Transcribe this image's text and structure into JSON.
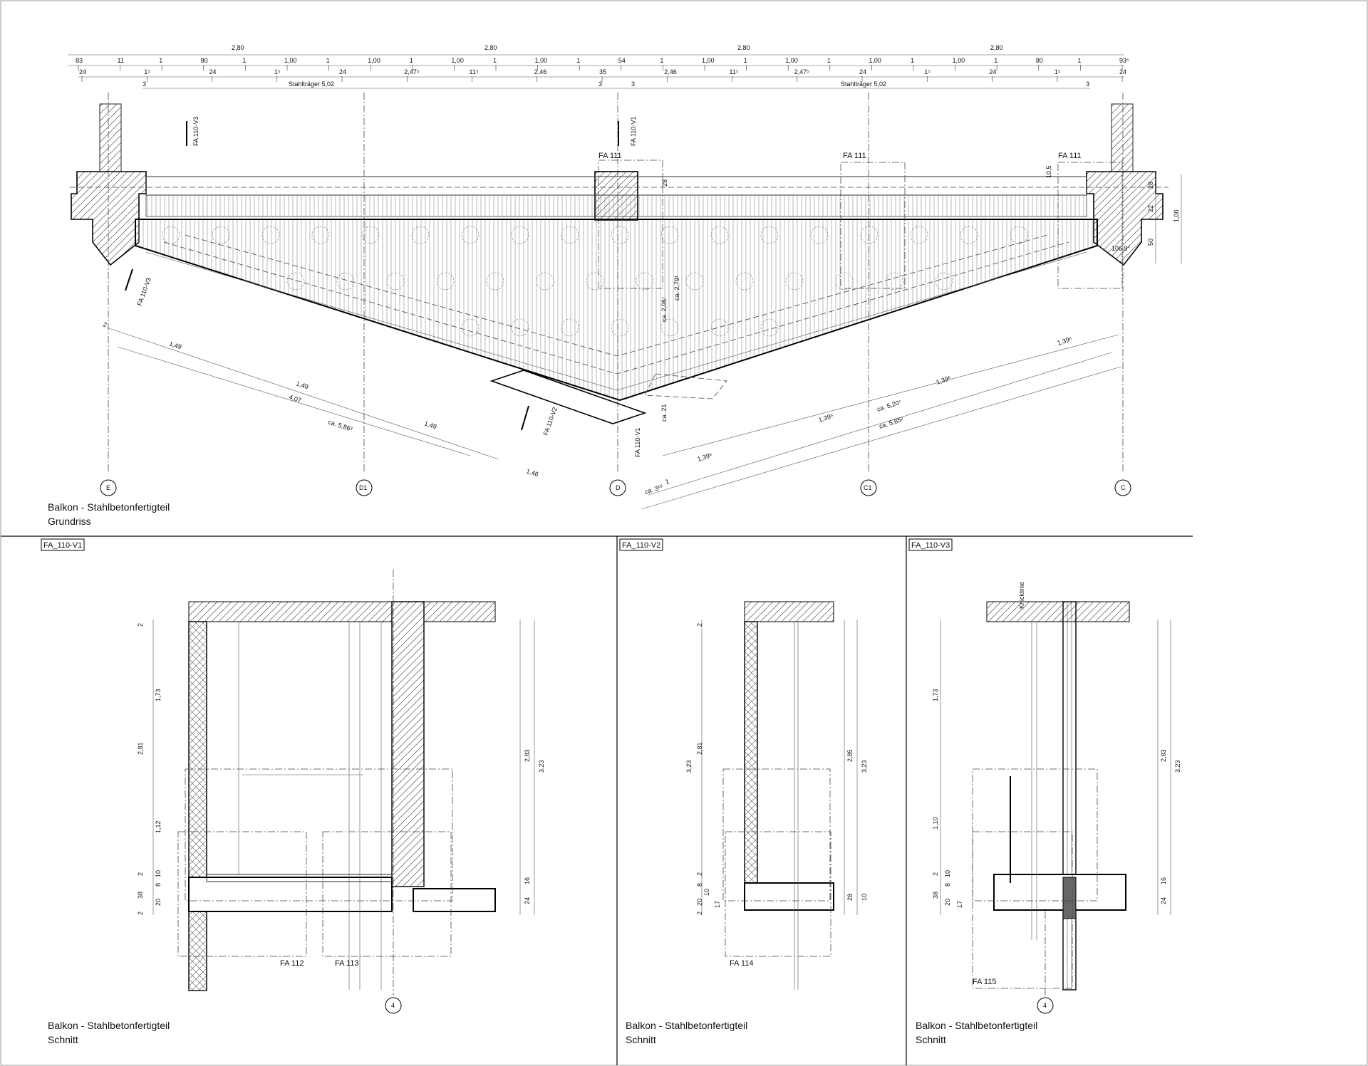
{
  "plan": {
    "title_line1": "Balkon - Stahlbetonfertigteil",
    "title_line2": "Grundriss",
    "dims_top": [
      "2,80",
      "2,80",
      "2,80",
      "2,80"
    ],
    "dims_row2": [
      "83",
      "11",
      "1",
      "80",
      "1",
      "1,00",
      "1",
      "1,00",
      "1",
      "1,00",
      "1",
      "1,00",
      "1",
      "54",
      "1",
      "1,00",
      "1",
      "1,00",
      "1",
      "1,00",
      "1",
      "1,00",
      "1",
      "80",
      "1",
      "93⁵"
    ],
    "dims_row3": [
      "24",
      "1⁵",
      "24",
      "1⁵",
      "24",
      "2,47⁵",
      "11⁵",
      "2,46",
      "35",
      "2,46",
      "11⁵",
      "2,47⁵",
      "24",
      "1⁵",
      "24",
      "1⁵",
      "24"
    ],
    "steel_beam_left": "Stahlträger 5,02",
    "steel_beam_right": "Stahlträger 5,02",
    "steel_beam_ends": [
      "3",
      "3",
      "3",
      "3"
    ],
    "ref_tags": [
      "FA 111",
      "FA 111",
      "FA 111"
    ],
    "section_marks": [
      "FA 110-V3",
      "FA 110-V1",
      "FA 110-V3",
      "FA 110-V2",
      "FA 110-V1"
    ],
    "axes": [
      "E",
      "D1",
      "D",
      "C1",
      "C"
    ],
    "right_dims": [
      "28",
      "22",
      "50",
      "1,00"
    ],
    "angle": "106,9°",
    "diag_left": [
      "1,49",
      "1,49",
      "4,07",
      "1,49",
      "ca. 5,86³",
      "1,46",
      "2"
    ],
    "diag_right": [
      "1,39⁶",
      "1,39⁶",
      "1,39⁶",
      "1,39⁶",
      "ca. 5,20⁷",
      "ca. 5,85²",
      "ca. 3¹⁸",
      "1"
    ],
    "vertical_dims": [
      "ca. 2,06⁷",
      "ca. 2,79¹",
      "ca. 21"
    ],
    "small_dims": [
      "10,5",
      "28"
    ]
  },
  "sections": [
    {
      "tag": "FA_110-V1",
      "title_line1": "Balkon - Stahlbetonfertigteil",
      "title_line2": "Schnitt",
      "left_dims": [
        "2",
        "1,73",
        "2,81",
        "1,12",
        "2",
        "38",
        "8",
        "10",
        "20",
        "2"
      ],
      "right_dims": [
        "2,83",
        "3,23",
        "16",
        "24"
      ],
      "refs": [
        "FA 112",
        "FA 113"
      ],
      "axis": "4"
    },
    {
      "tag": "FA_110-V2",
      "title_line1": "Balkon - Stahlbetonfertigteil",
      "title_line2": "Schnitt",
      "left_dims": [
        "2",
        "3,23",
        "2,81",
        "2",
        "8",
        "10",
        "17",
        "20",
        "2"
      ],
      "right_dims": [
        "2,85",
        "3,23",
        "28",
        "10"
      ],
      "refs": [
        "FA 114"
      ]
    },
    {
      "tag": "FA_110-V3",
      "title_line1": "Balkon - Stahlbetonfertigteil",
      "title_line2": "Schnitt",
      "left_dims": [
        "1,73",
        "1,10",
        "2",
        "38",
        "8",
        "10",
        "20",
        "17"
      ],
      "right_dims": [
        "2,83",
        "3,23",
        "16",
        "24"
      ],
      "refs": [
        "FA 115"
      ],
      "axis": "4",
      "note": "Knicklinie"
    }
  ]
}
